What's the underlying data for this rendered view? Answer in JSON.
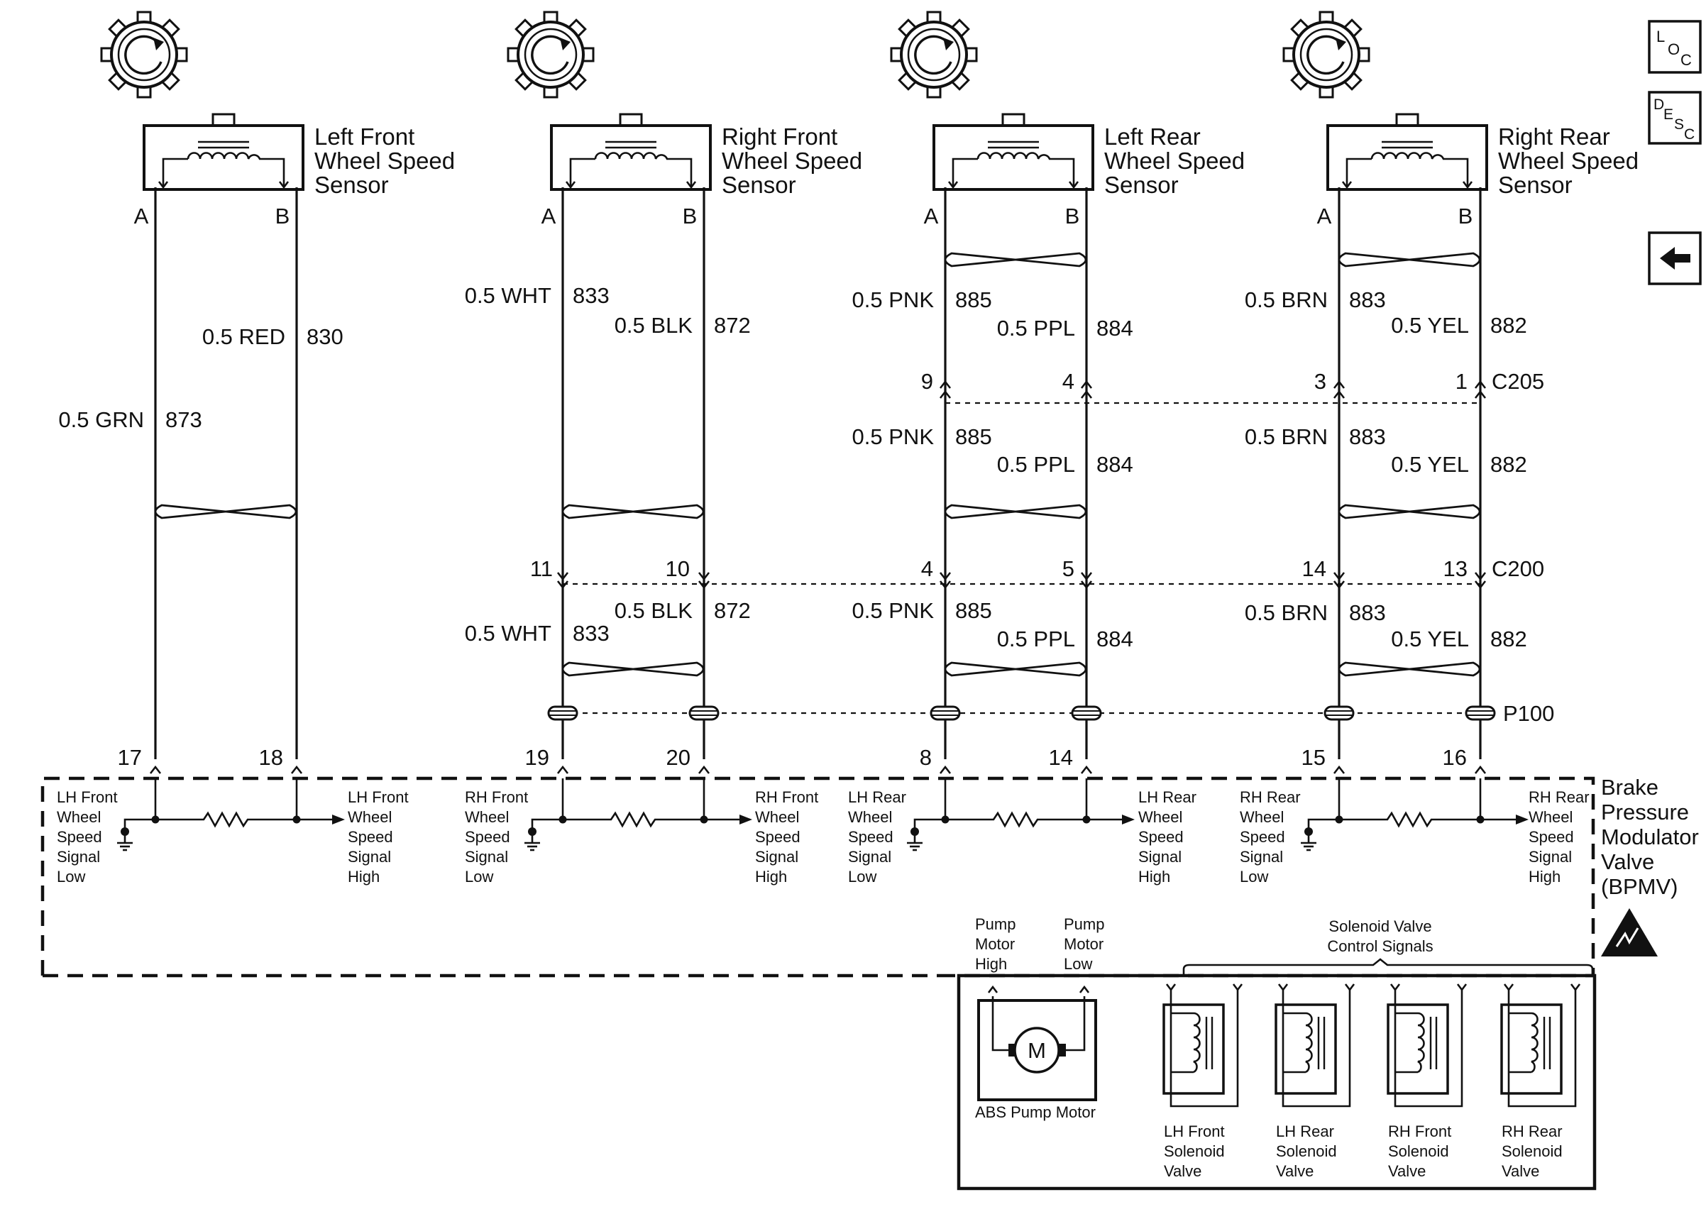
{
  "sensors": [
    {
      "label1": "Left Front",
      "label2": "Wheel Speed",
      "label3": "Sensor",
      "pin_a": "A",
      "pin_b": "B"
    },
    {
      "label1": "Right Front",
      "label2": "Wheel Speed",
      "label3": "Sensor",
      "pin_a": "A",
      "pin_b": "B"
    },
    {
      "label1": "Left Rear",
      "label2": "Wheel Speed",
      "label3": "Sensor",
      "pin_a": "A",
      "pin_b": "B"
    },
    {
      "label1": "Right Rear",
      "label2": "Wheel Speed",
      "label3": "Sensor",
      "pin_a": "A",
      "pin_b": "B"
    }
  ],
  "wires": {
    "lf_a": {
      "color": "0.5 GRN",
      "circuit": "873"
    },
    "lf_b": {
      "color": "0.5 RED",
      "circuit": "830"
    },
    "rf_a_top": {
      "color": "0.5 WHT",
      "circuit": "833"
    },
    "rf_b_top": {
      "color": "0.5 BLK",
      "circuit": "872"
    },
    "rf_a_bot": {
      "color": "0.5 WHT",
      "circuit": "833"
    },
    "rf_b_bot": {
      "color": "0.5 BLK",
      "circuit": "872"
    },
    "lr_a_1": {
      "color": "0.5 PNK",
      "circuit": "885"
    },
    "lr_b_1": {
      "color": "0.5 PPL",
      "circuit": "884"
    },
    "lr_a_2": {
      "color": "0.5 PNK",
      "circuit": "885"
    },
    "lr_b_2": {
      "color": "0.5 PPL",
      "circuit": "884"
    },
    "lr_a_3": {
      "color": "0.5 PNK",
      "circuit": "885"
    },
    "lr_b_3": {
      "color": "0.5 PPL",
      "circuit": "884"
    },
    "rr_a_1": {
      "color": "0.5 BRN",
      "circuit": "883"
    },
    "rr_b_1": {
      "color": "0.5 YEL",
      "circuit": "882"
    },
    "rr_a_2": {
      "color": "0.5 BRN",
      "circuit": "883"
    },
    "rr_b_2": {
      "color": "0.5 YEL",
      "circuit": "882"
    },
    "rr_a_3": {
      "color": "0.5 BRN",
      "circuit": "883"
    },
    "rr_b_3": {
      "color": "0.5 YEL",
      "circuit": "882"
    }
  },
  "connectors": {
    "c205": {
      "name": "C205",
      "pins": [
        "9",
        "4",
        "3",
        "1"
      ]
    },
    "c200": {
      "name": "C200",
      "pins": [
        "11",
        "10",
        "4",
        "5",
        "14",
        "13"
      ]
    },
    "p100": {
      "name": "P100"
    },
    "bpmv_pins": [
      "17",
      "18",
      "19",
      "20",
      "8",
      "14",
      "15",
      "16"
    ]
  },
  "module": {
    "name1": "Brake",
    "name2": "Pressure",
    "name3": "Modulator",
    "name4": "Valve",
    "name5": "(BPMV)",
    "signals": [
      [
        "LH Front",
        "Wheel",
        "Speed",
        "Signal",
        "Low"
      ],
      [
        "LH Front",
        "Wheel",
        "Speed",
        "Signal",
        "High"
      ],
      [
        "RH Front",
        "Wheel",
        "Speed",
        "Signal",
        "Low"
      ],
      [
        "RH Front",
        "Wheel",
        "Speed",
        "Signal",
        "High"
      ],
      [
        "LH Rear",
        "Wheel",
        "Speed",
        "Signal",
        "Low"
      ],
      [
        "LH Rear",
        "Wheel",
        "Speed",
        "Signal",
        "High"
      ],
      [
        "RH Rear",
        "Wheel",
        "Speed",
        "Signal",
        "Low"
      ],
      [
        "RH Rear",
        "Wheel",
        "Speed",
        "Signal",
        "High"
      ]
    ],
    "pump_high": [
      "Pump",
      "Motor",
      "High"
    ],
    "pump_low": [
      "Pump",
      "Motor",
      "Low"
    ],
    "solenoid_group": [
      "Solenoid Valve",
      "Control Signals"
    ],
    "pump_label": "ABS Pump Motor",
    "motor_symbol": "M",
    "solenoids": [
      [
        "LH Front",
        "Solenoid",
        "Valve"
      ],
      [
        "LH Rear",
        "Solenoid",
        "Valve"
      ],
      [
        "RH Front",
        "Solenoid",
        "Valve"
      ],
      [
        "RH Rear",
        "Solenoid",
        "Valve"
      ]
    ]
  },
  "nav": {
    "loc": {
      "l": "L",
      "o": "O",
      "c": "C"
    },
    "desc": {
      "d": "D",
      "e": "E",
      "s": "S",
      "c": "C"
    },
    "back_icon": "left-arrow-icon"
  },
  "icons": {
    "wheel": "wheel-rotation-icon",
    "esd": "esd-warning-icon"
  }
}
